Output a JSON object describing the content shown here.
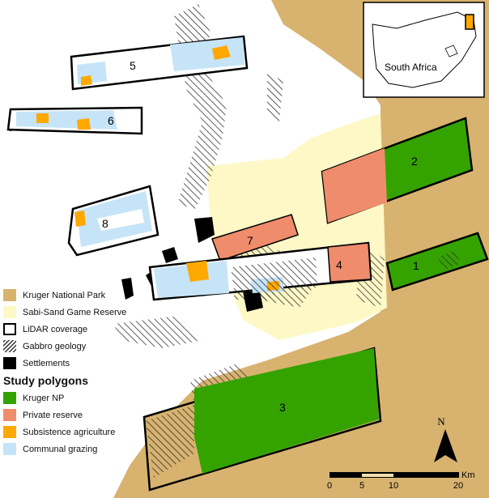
{
  "legend": {
    "items": [
      {
        "label": "Kruger National Park",
        "color": "#d8b36f"
      },
      {
        "label": "Sabi-Sand Game Reserve",
        "color": "#fdf8c6"
      },
      {
        "label": "LiDAR coverage",
        "color": "#ffffff"
      },
      {
        "label": "Gabbro geology",
        "color": "hatch"
      },
      {
        "label": "Settlements",
        "color": "#000000"
      }
    ],
    "study_title": "Study polygons",
    "study_items": [
      {
        "label": "Kruger NP",
        "color": "#34a300"
      },
      {
        "label": "Private reserve",
        "color": "#ef8c6c"
      },
      {
        "label": "Subsistence agriculture",
        "color": "#ffa800"
      },
      {
        "label": "Communal grazing",
        "color": "#c6e4f8"
      }
    ]
  },
  "polygons": [
    "1",
    "2",
    "3",
    "4",
    "5",
    "6",
    "7",
    "8"
  ],
  "inset": {
    "label": "South Africa"
  },
  "north_arrow": {
    "label": "N"
  },
  "scale_bar": {
    "unit": "Km",
    "ticks": [
      "0",
      "5",
      "10",
      "20"
    ]
  }
}
